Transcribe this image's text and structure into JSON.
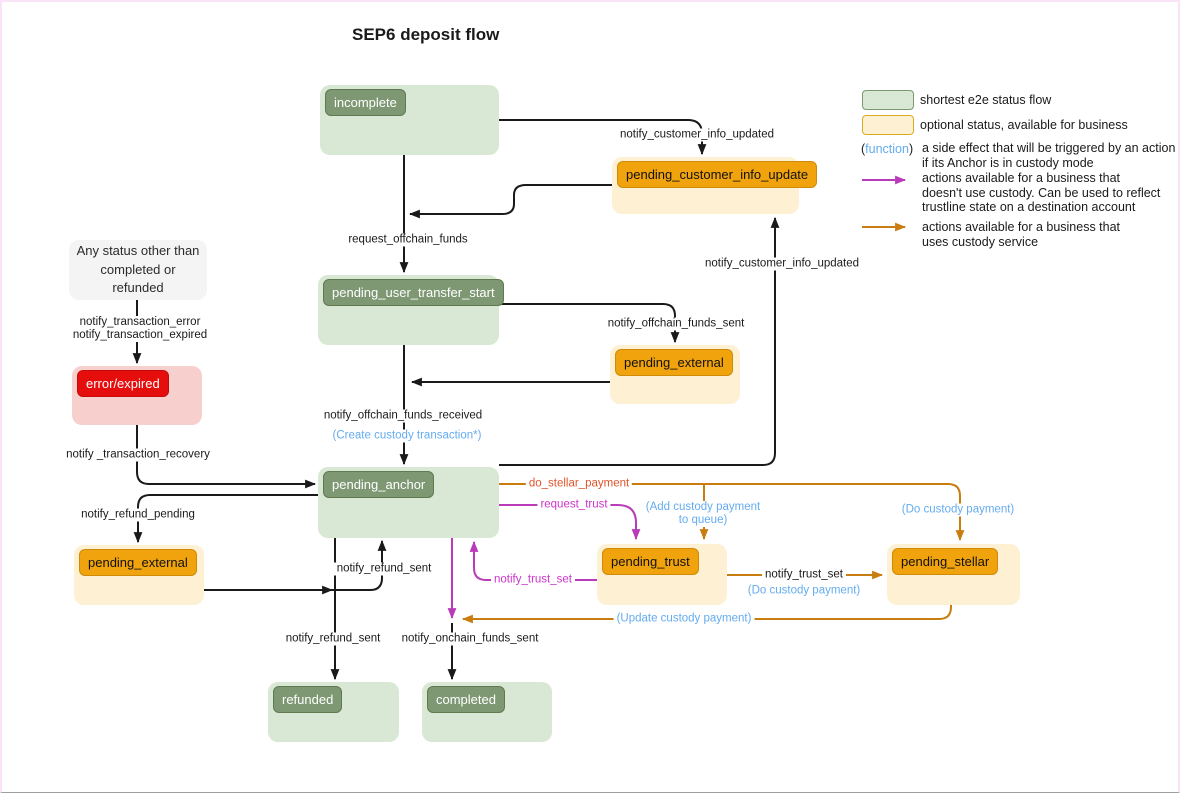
{
  "title": "SEP6 deposit flow",
  "nodes": {
    "incomplete": {
      "label": "incomplete"
    },
    "pending_customer_info_update": {
      "label": "pending_customer_info_update"
    },
    "pending_user_transfer_start": {
      "label": "pending_user_transfer_start"
    },
    "pending_external_right": {
      "label": "pending_external"
    },
    "pending_anchor": {
      "label": "pending_anchor"
    },
    "pending_trust": {
      "label": "pending_trust"
    },
    "pending_stellar": {
      "label": "pending_stellar"
    },
    "pending_external_left": {
      "label": "pending_external"
    },
    "error_expired": {
      "label": "error/expired"
    },
    "any_status": {
      "label": "Any status other than completed or refunded"
    },
    "refunded": {
      "label": "refunded"
    },
    "completed": {
      "label": "completed"
    }
  },
  "edge_labels": {
    "to_pciu_top": "notify_customer_info_updated",
    "request_offchain_funds": "request_offchain_funds",
    "notify_offchain_funds_sent": "notify_offchain_funds_sent",
    "to_pciu_bottom": "notify_customer_info_updated",
    "notify_offchain_funds_received": "notify_offchain_funds_received",
    "create_custody_tx": "(Create custody transaction*)",
    "do_stellar_payment": "do_stellar_payment",
    "request_trust": "request_trust",
    "add_custody_queue": "(Add custody payment\nto queue)",
    "do_custody_payment_right": "(Do custody payment)",
    "notify_trust_set_return": "notify_trust_set",
    "notify_trust_set_forward": "notify_trust_set",
    "do_custody_payment_mid": "(Do custody payment)",
    "update_custody_payment": "(Update custody payment)",
    "notify_refund_sent_up": "notify_refund_sent",
    "notify_refund_sent_down": "notify_refund_sent",
    "notify_onchain_funds_sent": "notify_onchain_funds_sent",
    "notify_transaction_error_expired": "notify_transaction_error\nnotify_transaction_expired",
    "notify_transaction_recovery": "notify _transaction_recovery",
    "notify_refund_pending": "notify_refund_pending"
  },
  "legend": {
    "green_label": "shortest e2e status flow",
    "yellow_label": "optional status, available for business",
    "function_paren_open": "(",
    "function_word": "function",
    "function_paren_close": ")",
    "function_desc": "a side effect that will be triggered by an action\nif its Anchor is in custody mode",
    "magenta_desc": "actions available for a business that\ndoesn't use custody. Can be used to reflect\ntrustline state on a destination account",
    "orange_desc": "actions available for a business that\nuses custody service"
  },
  "colors": {
    "status_green_bg": "#d9e7d5",
    "status_green_chip": "#7d9873",
    "optional_yellow_bg": "#fdf0d3",
    "optional_yellow_chip": "#f0a30c",
    "error_red_bg": "#f7cfcd",
    "error_red_chip": "#e60d0d",
    "note_gray_bg": "#f4f4f4",
    "edge_black": "#1a1a1a",
    "edge_magenta": "#b93bb9",
    "edge_orange": "#c87d0e",
    "function_blue": "#64acf0",
    "do_stellar_payment_text": "#e0552a"
  }
}
